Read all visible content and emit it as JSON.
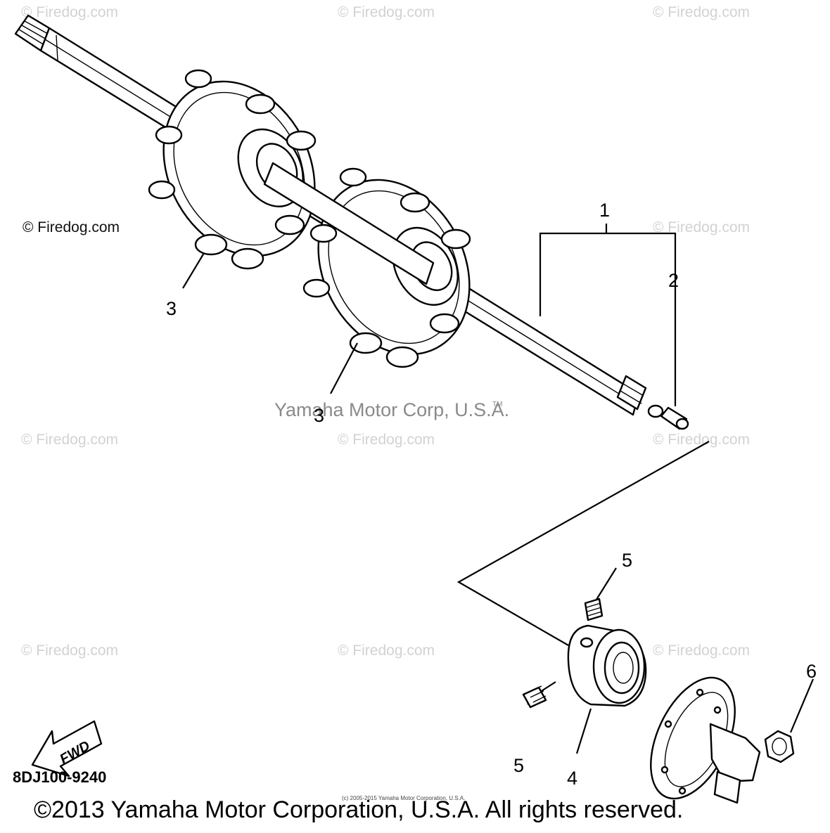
{
  "watermark": "© Firedog.com",
  "corp_watermark": "Yamaha Motor Corp, U.S.A.",
  "tm_mark": "TM",
  "callouts": {
    "c1": "1",
    "c2": "2",
    "c3a": "3",
    "c3b": "3",
    "c4": "4",
    "c5a": "5",
    "c5b": "5",
    "c6": "6"
  },
  "fwd_label": "FWD",
  "diagram_code": "8DJ100-9240",
  "tiny_copyright": "(c) 2005-2015 Yamaha Motor Corporation, U.S.A.",
  "copyright": "©2013 Yamaha Motor Corporation, U.S.A. All rights reserved."
}
